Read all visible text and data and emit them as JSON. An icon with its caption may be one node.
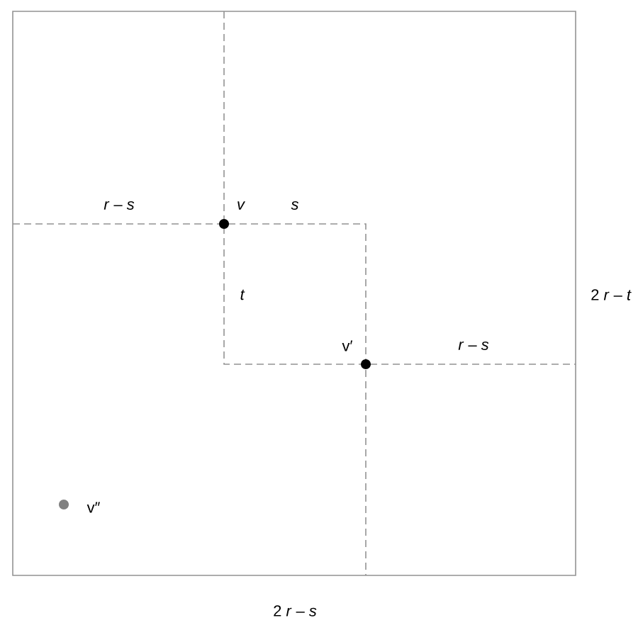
{
  "diagram": {
    "labels": [
      "*r* – *s*",
      "*v*",
      "*s*",
      "*t*",
      "v′",
      "*r* – *s*",
      "2 *r* – *t*",
      "v″",
      "2 *r* – *s*"
    ]
  }
}
